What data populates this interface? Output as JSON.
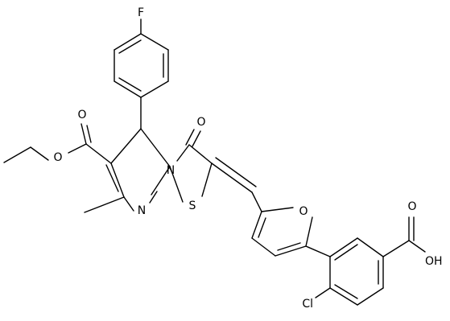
{
  "atoms": {
    "fluorine": "F",
    "ketone_oxygen": "O",
    "ester_carbonyl_oxygen": "O",
    "ester_ether_oxygen": "O",
    "ring_nitrogen_fused": "N",
    "ring_nitrogen_imine": "N",
    "sulfur": "S",
    "furan_oxygen": "O",
    "acid_carbonyl_oxygen": "O",
    "acid_hydroxyl": "OH",
    "chlorine": "Cl"
  }
}
